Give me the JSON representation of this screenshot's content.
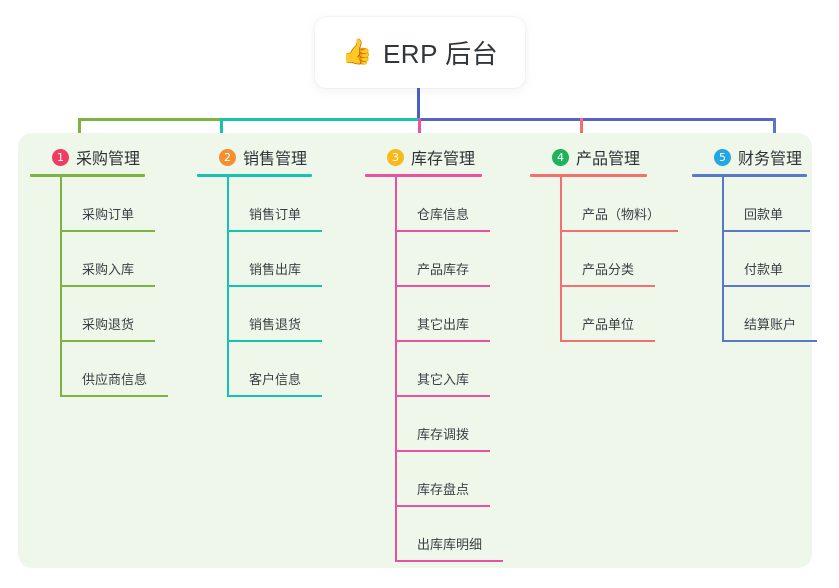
{
  "diagram": {
    "background_color": "#ffffff",
    "panel_color": "#eff7ea",
    "root": {
      "icon": "thumbs-up-icon",
      "emoji": "👍",
      "title": "ERP 后台",
      "stem_color": "#4a5fc0"
    },
    "trunk": {
      "segments": [
        {
          "color": "#7cb342"
        },
        {
          "color": "#15c3ae"
        },
        {
          "color": "#5a63c4"
        }
      ]
    },
    "columns": [
      {
        "index": "1",
        "title": "采购管理",
        "badge_color": "#ef3d62",
        "line_color": "#7cb342",
        "rule_width": 115,
        "items": [
          {
            "label": "采购订单",
            "rule_width": 95
          },
          {
            "label": "采购入库",
            "rule_width": 95
          },
          {
            "label": "采购退货",
            "rule_width": 95
          },
          {
            "label": "供应商信息",
            "rule_width": 108
          }
        ]
      },
      {
        "index": "2",
        "title": "销售管理",
        "badge_color": "#f58f30",
        "line_color": "#15c3ae",
        "rule_width": 115,
        "items": [
          {
            "label": "销售订单",
            "rule_width": 95
          },
          {
            "label": "销售出库",
            "rule_width": 95
          },
          {
            "label": "销售退货",
            "rule_width": 95
          },
          {
            "label": "客户信息",
            "rule_width": 95
          }
        ]
      },
      {
        "index": "3",
        "title": "库存管理",
        "badge_color": "#f9b91a",
        "line_color": "#e9529e",
        "rule_width": 117,
        "items": [
          {
            "label": "仓库信息",
            "rule_width": 95
          },
          {
            "label": "产品库存",
            "rule_width": 95
          },
          {
            "label": "其它出库",
            "rule_width": 95
          },
          {
            "label": "其它入库",
            "rule_width": 95
          },
          {
            "label": "库存调拨",
            "rule_width": 95
          },
          {
            "label": "库存盘点",
            "rule_width": 95
          },
          {
            "label": "出库库明细",
            "rule_width": 108
          }
        ]
      },
      {
        "index": "4",
        "title": "产品管理",
        "badge_color": "#1eb35a",
        "line_color": "#f2706e",
        "rule_width": 117,
        "items": [
          {
            "label": "产品（物料）",
            "rule_width": 118
          },
          {
            "label": "产品分类",
            "rule_width": 95
          },
          {
            "label": "产品单位",
            "rule_width": 95
          }
        ]
      },
      {
        "index": "5",
        "title": "财务管理",
        "badge_color": "#22a7e0",
        "line_color": "#5a78c8",
        "rule_width": 115,
        "items": [
          {
            "label": "回款单",
            "rule_width": 88
          },
          {
            "label": "付款单",
            "rule_width": 88
          },
          {
            "label": "结算账户",
            "rule_width": 95
          }
        ]
      }
    ]
  }
}
